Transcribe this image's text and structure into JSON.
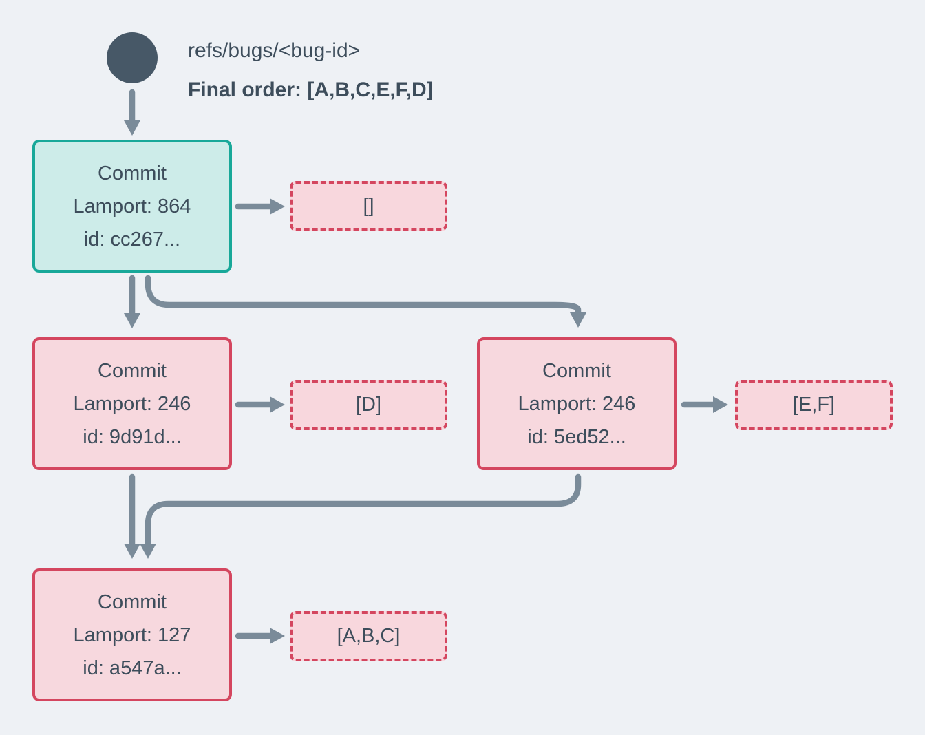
{
  "colors": {
    "bg": "#eef1f5",
    "ink": "#3d4d5b",
    "circle": "#475867",
    "arrow": "#7a8b99",
    "teal-border": "#18a899",
    "teal-fill": "#cdece9",
    "red-border": "#d4465f",
    "pink-fill": "#f7d8de",
    "pink-dashed-fill": "#f8d7dd"
  },
  "header": {
    "ref": "refs/bugs/<bug-id>",
    "final_order": "Final order: [A,B,C,E,F,D]"
  },
  "commits": [
    {
      "title": "Commit",
      "lamport": "Lamport: 864",
      "id": "id: cc267...",
      "ops": "[]"
    },
    {
      "title": "Commit",
      "lamport": "Lamport: 246",
      "id": "id: 9d91d...",
      "ops": "[D]"
    },
    {
      "title": "Commit",
      "lamport": "Lamport: 246",
      "id": "id: 5ed52...",
      "ops": "[E,F]"
    },
    {
      "title": "Commit",
      "lamport": "Lamport: 127",
      "id": "id: a547a...",
      "ops": "[A,B,C]"
    }
  ]
}
